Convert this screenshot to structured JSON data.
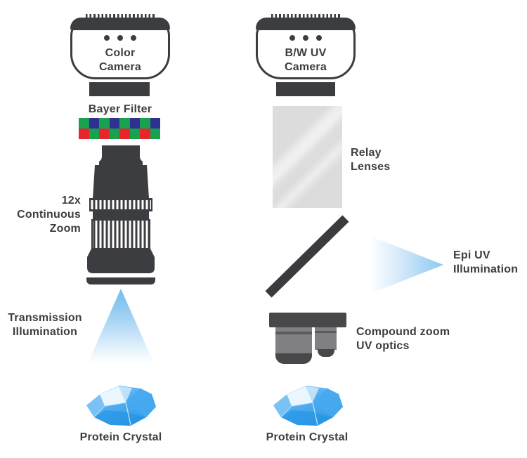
{
  "left": {
    "camera_label": "Color\nCamera",
    "bayer_label": "Bayer Filter",
    "zoom_label": "12x\nContinuous\nZoom",
    "transmission_label": "Transmission\nIllumination",
    "crystal_label": "Protein Crystal"
  },
  "right": {
    "camera_label": "B/W UV\nCamera",
    "relay_label": "Relay\nLenses",
    "epi_label": "Epi UV\nIllumination",
    "compound_label": "Compound zoom\nUV optics",
    "crystal_label": "Protein Crystal"
  },
  "bayer": {
    "rows": [
      [
        "green",
        "blue",
        "green",
        "blue",
        "green",
        "blue",
        "green",
        "blue"
      ],
      [
        "red",
        "green",
        "red",
        "green",
        "red",
        "green",
        "red",
        "green"
      ]
    ],
    "palette": {
      "green": "#18a24e",
      "blue": "#2e3192",
      "red": "#e8252b"
    }
  },
  "colors": {
    "dark_gray": "#3c3d40",
    "text": "#3e3e3e",
    "relay_gray": "#dcdcdc",
    "cone_blue": "#85c4f0",
    "crystal_blue": "#3fa5ee"
  }
}
